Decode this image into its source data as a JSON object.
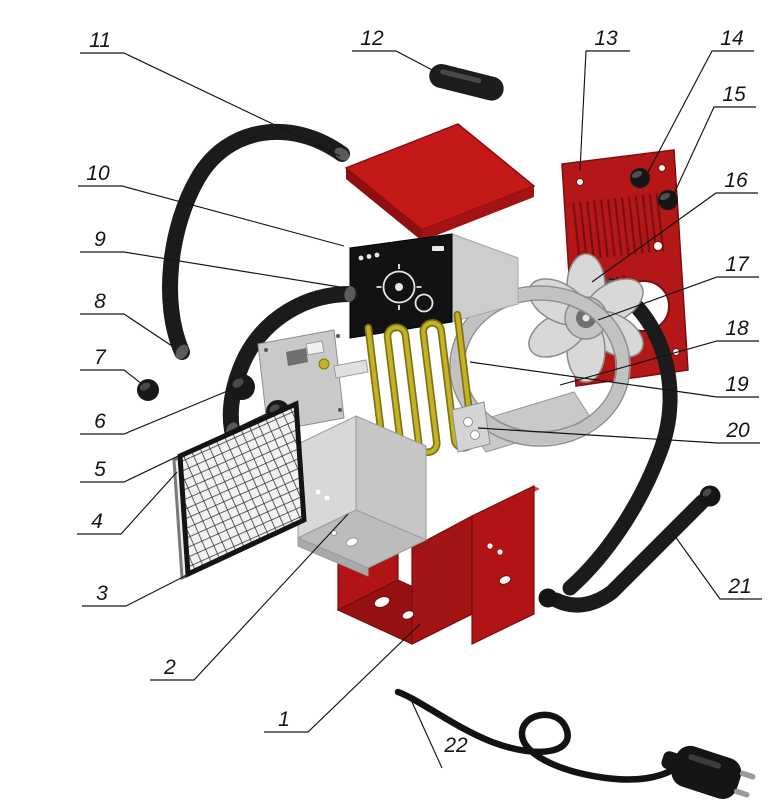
{
  "figure": {
    "type": "exploded-parts-diagram",
    "subject": "portable electric fan heater",
    "background": "#ffffff"
  },
  "colors": {
    "housing_red": "#b01414",
    "cover_red": "#c51919",
    "dark_red_edge": "#7c0c0c",
    "black_parts": "#1b1b1b",
    "metal_gray": "#cdcdcd",
    "heating_element_brass": "#c3b126",
    "callout_line": "#141414"
  },
  "callouts": [
    {
      "number": "1",
      "part": "bottom housing"
    },
    {
      "number": "2",
      "part": "inner air duct"
    },
    {
      "number": "3",
      "part": "front protective grille"
    },
    {
      "number": "4",
      "part": "grille frame"
    },
    {
      "number": "5",
      "part": "thermostat knob"
    },
    {
      "number": "6",
      "part": "mode switch knob"
    },
    {
      "number": "7",
      "part": "handle end cap"
    },
    {
      "number": "8",
      "part": "side handle tube"
    },
    {
      "number": "9",
      "part": "control panel faceplate"
    },
    {
      "number": "10",
      "part": "control box housing"
    },
    {
      "number": "11",
      "part": "top handle tube"
    },
    {
      "number": "12",
      "part": "carrying handle grip"
    },
    {
      "number": "13",
      "part": "rear grille panel"
    },
    {
      "number": "14",
      "part": "foot cap"
    },
    {
      "number": "15",
      "part": "foot cap"
    },
    {
      "number": "16",
      "part": "fan impeller"
    },
    {
      "number": "17",
      "part": "fan motor hub"
    },
    {
      "number": "18",
      "part": "fan shroud"
    },
    {
      "number": "19",
      "part": "heating element"
    },
    {
      "number": "20",
      "part": "terminal bracket"
    },
    {
      "number": "21",
      "part": "support handle tube"
    },
    {
      "number": "22",
      "part": "power cord with plug"
    }
  ]
}
